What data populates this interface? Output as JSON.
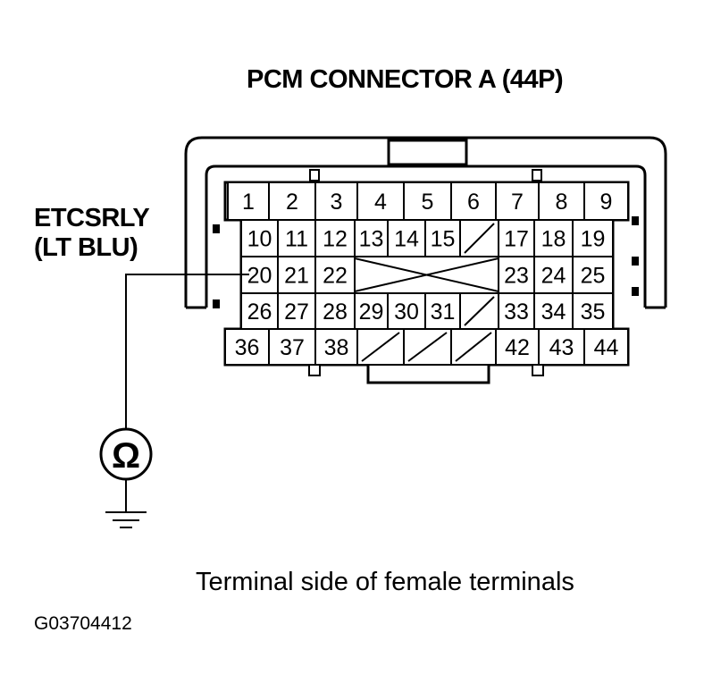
{
  "title": "PCM CONNECTOR A (44P)",
  "wire_label": {
    "name": "ETCSRLY",
    "color": "(LT BLU)"
  },
  "meter_symbol": "Ω",
  "caption": "Terminal side of female terminals",
  "figure_id": "G03704412",
  "connector": {
    "rows": [
      [
        "1",
        "2",
        "3",
        "4",
        "5",
        "6",
        "7",
        "8",
        "9"
      ],
      [
        "10",
        "11",
        "12",
        "13",
        "14",
        "15",
        "/",
        "17",
        "18",
        "19"
      ],
      [
        "20",
        "21",
        "22",
        "X",
        "23",
        "24",
        "25"
      ],
      [
        "26",
        "27",
        "28",
        "29",
        "30",
        "31",
        "/",
        "33",
        "34",
        "35"
      ],
      [
        "36",
        "37",
        "38",
        "/",
        "/",
        "/",
        "42",
        "43",
        "44"
      ]
    ],
    "probed_terminal": "20"
  },
  "colors": {
    "ink": "#000000",
    "paper": "#ffffff"
  }
}
